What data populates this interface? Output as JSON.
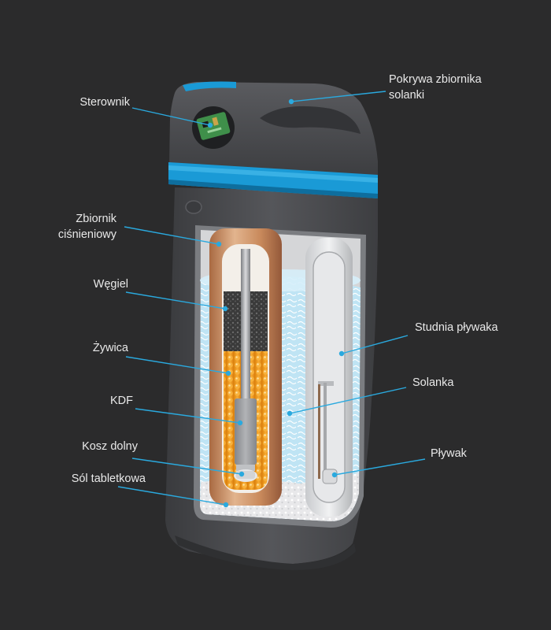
{
  "labels": {
    "sterownik": "Sterownik",
    "pokrywa_line1": "Pokrywa zbiornika",
    "pokrywa_line2": "solanki",
    "zbiornik_line1": "Zbiornik",
    "zbiornik_line2": "ciśnieniowy",
    "wegiel": "Węgiel",
    "zywica": "Żywica",
    "kdf": "KDF",
    "kosz": "Kosz dolny",
    "sol": "Sól tabletkowa",
    "studnia": "Studnia pływaka",
    "solanka": "Solanka",
    "plywak": "Pływak"
  },
  "colors": {
    "background": "#2b2b2c",
    "housing": "#4a4b4e",
    "accent_band": "#1a9ad6",
    "leader_line": "#2aa9de",
    "resin": "#f39a1e",
    "carbon": "#3a3a3a",
    "copper_tank": "#c98a5c",
    "brine_water": "#9fd6ef",
    "label_text": "#e9e9e9"
  }
}
